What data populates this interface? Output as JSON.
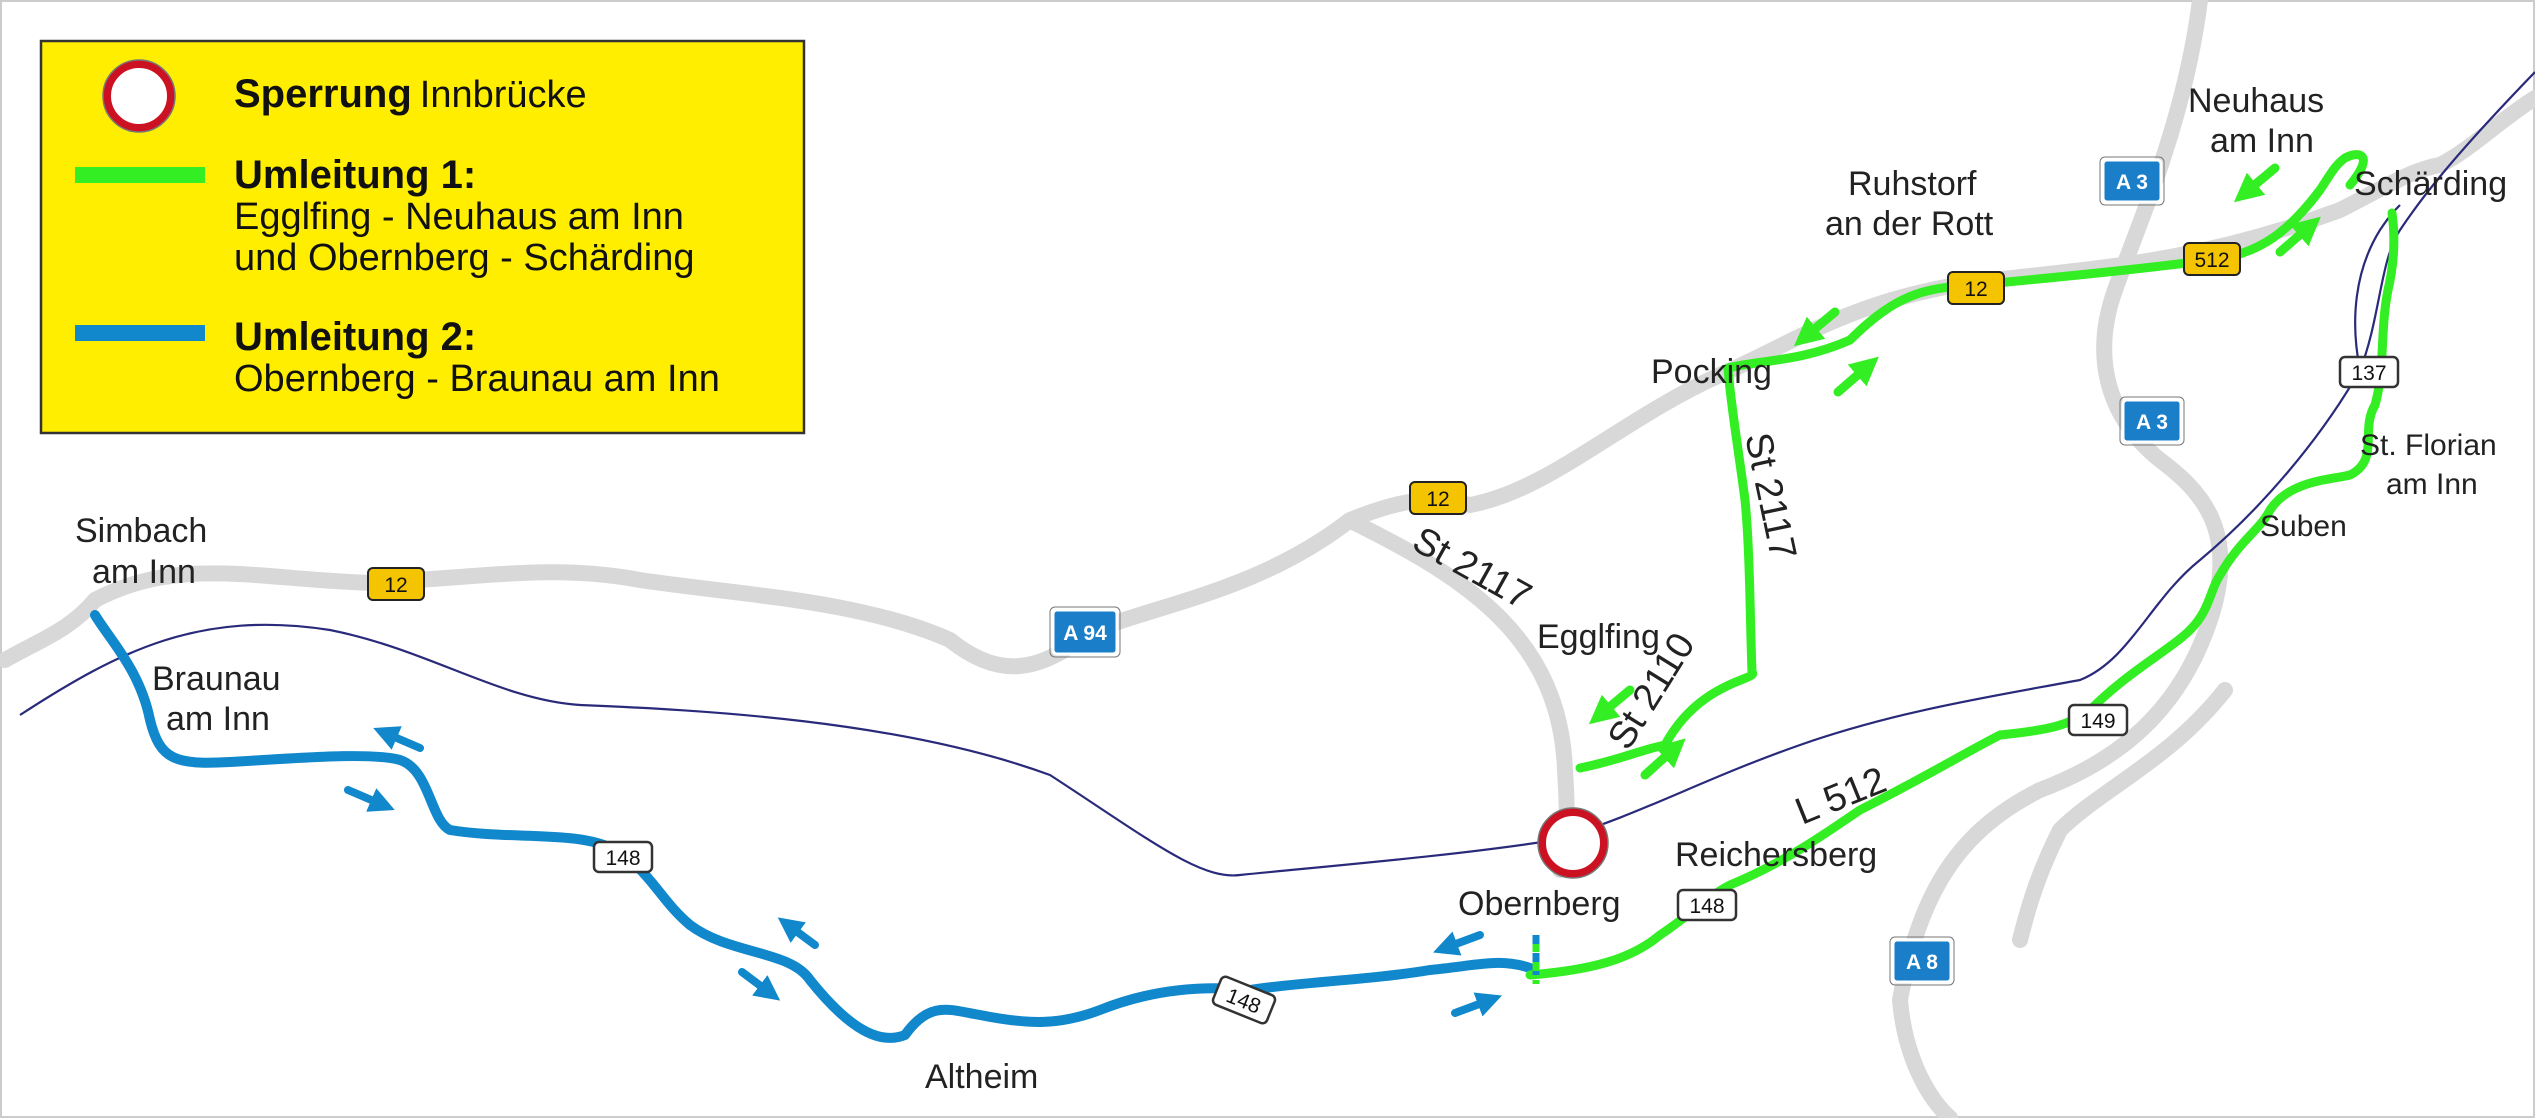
{
  "legend": {
    "closure_bold": "Sperrung",
    "closure_text": "Innbrücke",
    "detour1_title": "Umleitung 1:",
    "detour1_line1": "Egglfing - Neuhaus am Inn",
    "detour1_line2": "und Obernberg - Schärding",
    "detour2_title": "Umleitung 2:",
    "detour2_line1": "Obernberg - Braunau am Inn"
  },
  "colors": {
    "legend_bg": "#ffee00",
    "detour1": "#33ee22",
    "detour2": "#1188cc",
    "road": "#d8d8d8",
    "river": "#2a2a7a",
    "closure": "#cc1122",
    "shield_federal_bg": "#f5c400",
    "shield_motorway_bg": "#1a7fc8"
  },
  "places": {
    "simbach_1": "Simbach",
    "simbach_2": "am Inn",
    "braunau_1": "Braunau",
    "braunau_2": "am Inn",
    "altheim": "Altheim",
    "obernberg": "Obernberg",
    "egglfing": "Egglfing",
    "pocking": "Pocking",
    "ruhstorf_1": "Ruhstorf",
    "ruhstorf_2": "an der Rott",
    "neuhaus_1": "Neuhaus",
    "neuhaus_2": "am Inn",
    "schaerding": "Schärding",
    "st_florian_1": "St. Florian",
    "st_florian_2": "am Inn",
    "suben": "Suben",
    "reichersberg": "Reichersberg"
  },
  "road_labels": {
    "st2117_a": "St 2117",
    "st2117_b": "St 2117",
    "st2110": "St 2110",
    "l512": "L 512"
  },
  "shields": {
    "b12_a": "12",
    "b12_b": "12",
    "b12_c": "12",
    "b512": "512",
    "a94": "A 94",
    "a3_a": "A 3",
    "a3_b": "A 3",
    "a8": "A 8",
    "r137": "137",
    "r149": "149",
    "r148_a": "148",
    "r148_b": "148",
    "r148_c": "148"
  },
  "icons": [
    "closure-icon",
    "direction-arrow-icon"
  ]
}
